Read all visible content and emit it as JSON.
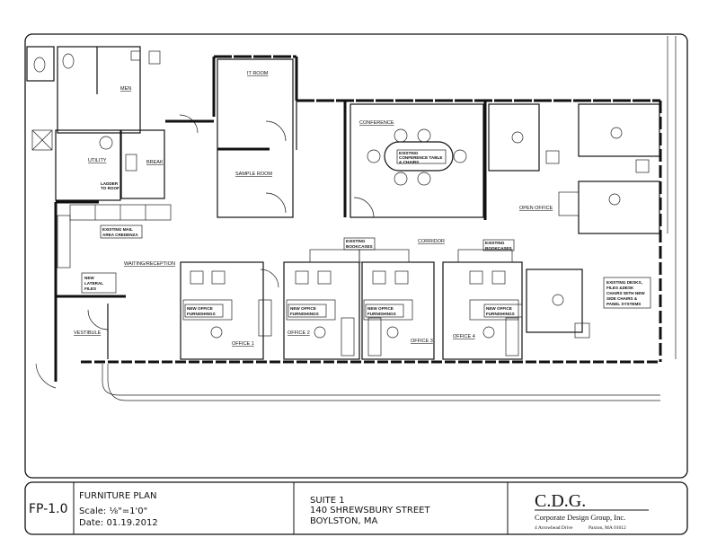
{
  "sheet": {
    "number": "FP-1.0",
    "title": "FURNITURE PLAN",
    "scale": "Scale: ⅛\"=1'0\"",
    "date": "Date: 01.19.2012"
  },
  "project": {
    "suite": "SUITE 1",
    "street": "140 SHREWSBURY STREET",
    "city": "BOYLSTON, MA"
  },
  "firm": {
    "logo": "C.D.G.",
    "name": "Corporate Design Group, Inc.",
    "address": "4 Arrowhead Drive",
    "city": "Paxton, MA 01612"
  },
  "rooms": {
    "men": "MEN",
    "utility": "UTILITY",
    "break": "BREAK",
    "it_room": "IT ROOM",
    "sample_room": "SAMPLE ROOM",
    "conference": "CONFERENCE",
    "open_office": "OPEN OFFICE",
    "corridor": "CORRIDOR",
    "waiting": "WAITING/RECEPTION",
    "vestibule": "VESTIBULE",
    "office1": "OFFICE 1",
    "office2": "OFFICE 2",
    "office3": "OFFICE 3",
    "office4": "OFFICE 4"
  },
  "notes": {
    "mail_1": "EXISTING MAIL",
    "mail_2": "AREA CREDENZA",
    "files_1": "NEW",
    "files_2": "LATERAL",
    "files_3": "FILES",
    "conf_1": "EXISTING",
    "conf_2": "CONFERENCE TABLE",
    "conf_3": "& CHAIRS",
    "new_furn_1": "NEW OFFICE",
    "new_furn_2": "FURNISHINGS",
    "bookcases_1": "EXISTING",
    "bookcases_2": "BOOKCASES",
    "desks_1": "EXISTING DESKS,",
    "desks_2": "FILES &DESK",
    "desks_3": "CHAIRS WITH NEW",
    "desks_4": "SIDE CHAIRS &",
    "desks_5": "PANEL SYSTEMS",
    "ladder_1": "LADDER",
    "ladder_2": "TO ROOF"
  }
}
